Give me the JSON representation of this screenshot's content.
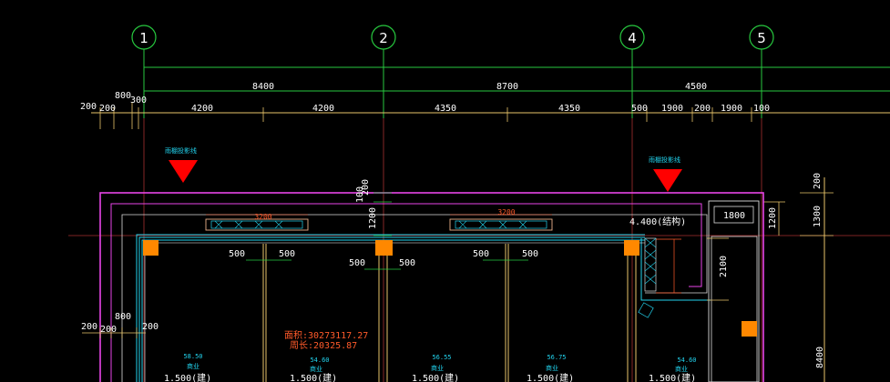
{
  "axes": [
    {
      "label": "1"
    },
    {
      "label": "2"
    },
    {
      "label": "4"
    },
    {
      "label": "5"
    }
  ],
  "overall_dims": [
    "8400",
    "8700",
    "4500"
  ],
  "top_dims": [
    "200",
    "200",
    "800",
    "300",
    "4200",
    "4200",
    "4350",
    "4350",
    "500",
    "1900",
    "200",
    "1900",
    "100"
  ],
  "right_dims": [
    "200",
    "1300",
    "8400"
  ],
  "vertical_dims": [
    "100",
    "200",
    "1200",
    "1200",
    "2100"
  ],
  "window_dims": [
    "3200",
    "3200"
  ],
  "mid_dims": [
    "500",
    "500",
    "500",
    "500",
    "500",
    "500"
  ],
  "left_dims": [
    "200",
    "200",
    "800",
    "200"
  ],
  "box_label": "1800",
  "notes_cyan": [
    "雨棚投影线",
    "雨棚投影线"
  ],
  "elevation_note": "4.400(结构)",
  "area_note": "面积:30273117.27",
  "perimeter_note": "周长:20325.87",
  "room_values": [
    "58.50",
    "54.60",
    "56.55",
    "56.75",
    "54.60"
  ],
  "room_names": [
    "商业",
    "商业",
    "商业",
    "商业",
    "商业"
  ],
  "elevations": [
    "1.500(建)",
    "1.500(建)",
    "1.500(建)",
    "1.500(建)",
    "1.500(建)"
  ],
  "colors": {
    "axis_green": "#27c93f",
    "dim_yellow": "#e9c56a",
    "magenta": "#e845e8",
    "cyan": "#22d3ee",
    "orange": "#ff8800",
    "red": "#ff0000",
    "wall_white": "#dcdcdc"
  }
}
